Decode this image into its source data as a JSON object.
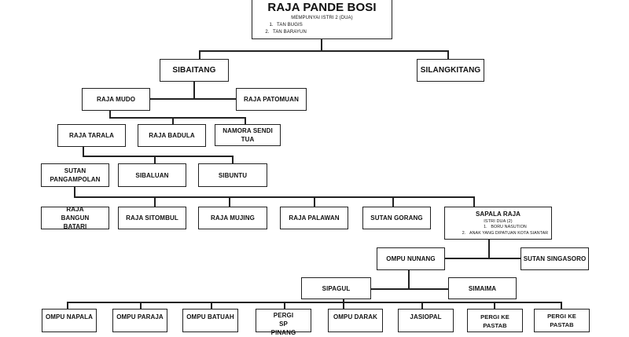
{
  "root": {
    "name": "RAJA PANDE BOSI",
    "subtitle": "MEMPUNYAI ISTRI 2 (DUA)",
    "wives": [
      {
        "num": "1.",
        "name": "TAN BUGIS"
      },
      {
        "num": "2.",
        "name": "TAN BARAYUN"
      }
    ]
  },
  "gen1": [
    "SIBAITANG",
    "SILANGKITANG"
  ],
  "gen2": [
    "RAJA MUDO",
    "RAJA PATOMUAN"
  ],
  "gen3": [
    "RAJA TARALA",
    "RAJA BADULA",
    "NAMORA SENDI TUA"
  ],
  "gen4": [
    "SUTAN PANGAMPOLAN",
    "SIBALUAN",
    "SIBUNTU"
  ],
  "gen5": [
    "RAJA BANGUN BATARI",
    "RAJA SITOMBUL",
    "RAJA MUJING",
    "RAJA PALAWAN",
    "SUTAN GORANG"
  ],
  "sapala": {
    "name": "SAPALA RAJA",
    "subtitle": "ISTRI DUA (2)",
    "wives": [
      {
        "num": "1.",
        "name": "BORU NASUTION"
      },
      {
        "num": "2.",
        "name": "ANAK YANG DIPATUAN KOTA SIANTAR"
      }
    ]
  },
  "gen6": [
    "OMPU NUNANG",
    "SUTAN SINGASORO"
  ],
  "gen7": [
    "SIPAGUL",
    "SIMAIMA"
  ],
  "gen8": [
    "OMPU NAPALA",
    "OMPU PARAJA",
    "OMPU BATUAH",
    "PERGI SP PINANG",
    "OMPU DARAK",
    "JASIOPAL",
    "PERGI KE PASTAB",
    "PERGI KE PASTAB"
  ]
}
